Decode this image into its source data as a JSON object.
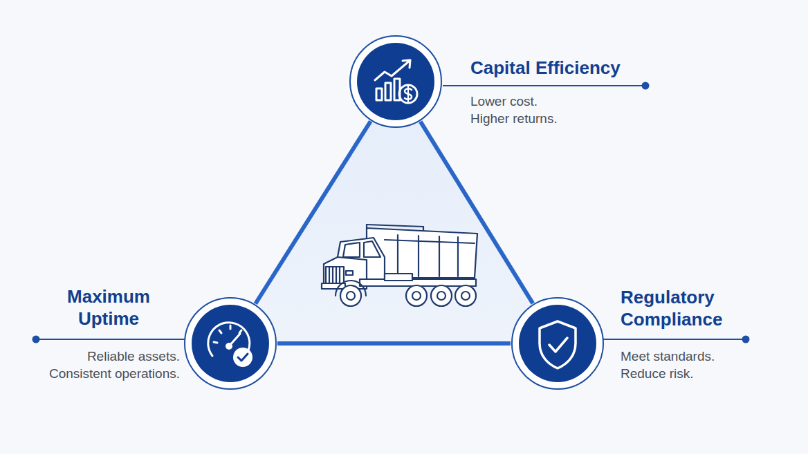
{
  "diagram": {
    "nodes": [
      {
        "text": [
          "Capital Efficiency",
          "Lower cost. Higher returns."
        ]
      },
      {
        "text": [
          "Maximum Uptime",
          "Reliable assets. Consistent operations."
        ]
      },
      {
        "text": [
          "Regulatory Compliance",
          "Meet standards. Reduce risk."
        ]
      }
    ],
    "edges": [
      {
        "from": 0,
        "to": 1,
        "arrow": "none"
      },
      {
        "from": 0,
        "to": 2,
        "arrow": "none"
      },
      {
        "from": 1,
        "to": 2,
        "arrow": "none"
      }
    ]
  }
}
